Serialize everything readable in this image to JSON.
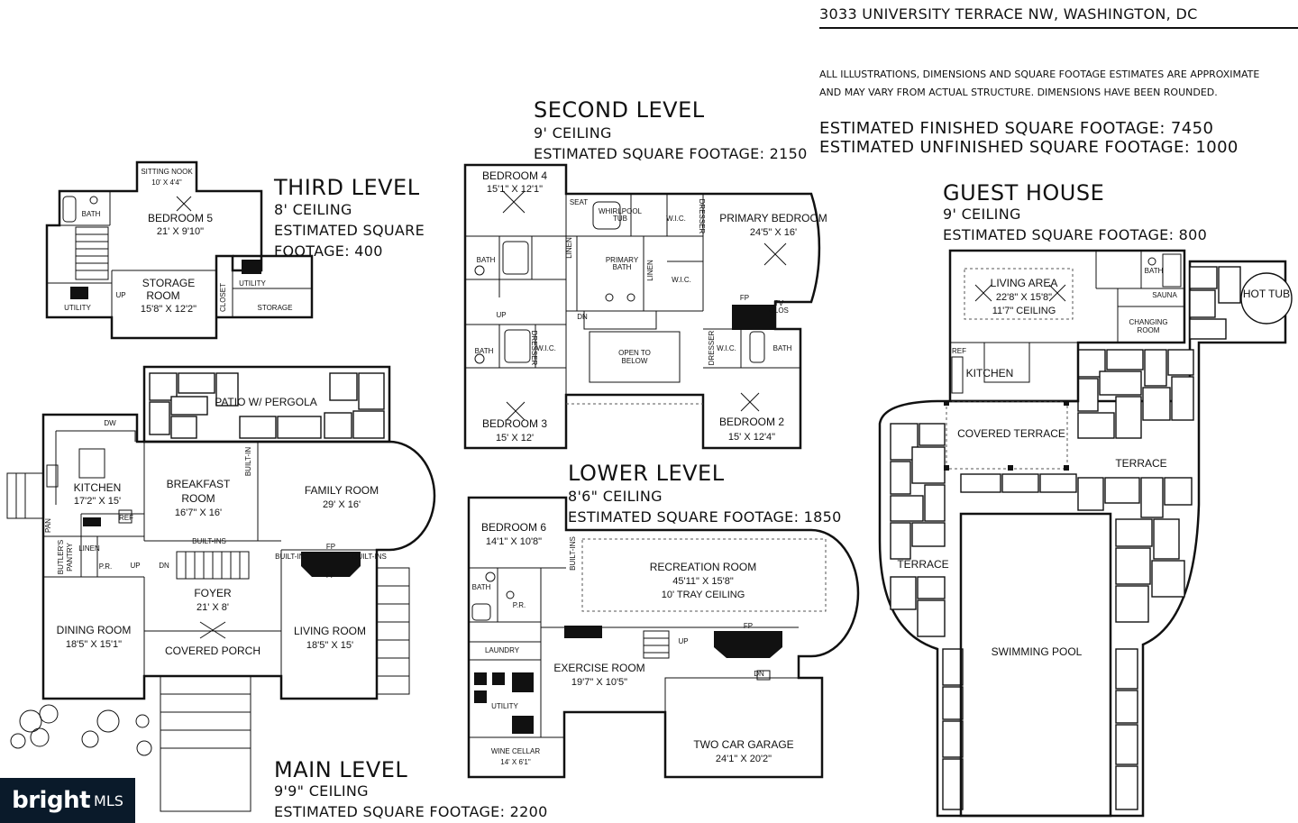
{
  "address": "3033 UNIVERSITY TERRACE NW, WASHINGTON, DC",
  "disclaimer": {
    "line1": "ALL ILLUSTRATIONS, DIMENSIONS AND SQUARE FOOTAGE ESTIMATES ARE APPROXIMATE",
    "line2": "AND MAY VARY FROM ACTUAL STRUCTURE. DIMENSIONS HAVE BEEN ROUNDED."
  },
  "totals": {
    "finished": "ESTIMATED FINISHED SQUARE FOOTAGE: 7450",
    "unfinished": "ESTIMATED UNFINISHED SQUARE FOOTAGE: 1000"
  },
  "levels": {
    "third": {
      "title": "THIRD LEVEL",
      "ceiling": "8' CEILING",
      "sqft1": "ESTIMATED SQUARE",
      "sqft2": "FOOTAGE: 400"
    },
    "second": {
      "title": "SECOND LEVEL",
      "ceiling": "9' CEILING",
      "sqft": "ESTIMATED SQUARE FOOTAGE: 2150"
    },
    "guest": {
      "title": "GUEST HOUSE",
      "ceiling": "9' CEILING",
      "sqft": "ESTIMATED SQUARE FOOTAGE: 800"
    },
    "lower": {
      "title": "LOWER LEVEL",
      "ceiling": "8'6\" CEILING",
      "sqft": "ESTIMATED SQUARE FOOTAGE: 1850"
    },
    "main": {
      "title": "MAIN LEVEL",
      "ceiling": "9'9\" CEILING",
      "sqft": "ESTIMATED SQUARE FOOTAGE: 2200"
    }
  },
  "rooms": {
    "third": {
      "sitting_nook": "SITTING NOOK",
      "sitting_nook_dim": "10' X 4'4\"",
      "bath": "BATH",
      "bedroom5": "BEDROOM 5",
      "bedroom5_dim": "21' X 9'10\"",
      "storage_room1": "STORAGE",
      "storage_room2": "ROOM",
      "storage_room_dim": "15'8\" X 12'2\"",
      "closet": "CLOSET",
      "utility_a": "UTILITY",
      "utility_b": "UTILITY",
      "storage": "STORAGE",
      "up": "UP"
    },
    "second": {
      "bedroom4": "BEDROOM 4",
      "bedroom4_dim": "15'1\" X 12'1\"",
      "seat": "SEAT",
      "whirlpool1": "WHIRLPOOL",
      "whirlpool2": "TUB",
      "wic_a": "W.I.C.",
      "dresser_a": "DRESSER",
      "primary_bedroom": "PRIMARY BEDROOM",
      "primary_bedroom_dim": "24'5\" X 16'",
      "bath_a": "BATH",
      "linen_a": "LINEN",
      "primary_bath1": "PRIMARY",
      "primary_bath2": "BATH",
      "linen_b": "LINEN",
      "wic_b": "W.I.C.",
      "fp": "FP",
      "tv": "TV",
      "clos": "CLOS",
      "up": "UP",
      "dn": "DN",
      "open1": "OPEN TO",
      "open2": "BELOW",
      "bath_b": "BATH",
      "dresser_b": "DRESSER",
      "wic_c": "W.I.C.",
      "dresser_c": "DRESSER",
      "wic_d": "W.I.C.",
      "bath_c": "BATH",
      "bedroom3": "BEDROOM 3",
      "bedroom3_dim": "15' X 12'",
      "bedroom2": "BEDROOM 2",
      "bedroom2_dim": "15' X 12'4\""
    },
    "guest": {
      "bath": "BATH",
      "living_area": "LIVING AREA",
      "living_area_dim": "22'8\" X 15'8\"",
      "living_area_ceil": "11'7\" CEILING",
      "sauna": "SAUNA",
      "changing1": "CHANGING",
      "changing2": "ROOM",
      "hot_tub": "HOT TUB",
      "ref": "REF",
      "kitchen": "KITCHEN",
      "covered_terrace": "COVERED TERRACE",
      "terrace_a": "TERRACE",
      "terrace_b": "TERRACE",
      "pool": "SWIMMING POOL"
    },
    "main": {
      "patio": "PATIO W/ PERGOLA",
      "dw": "DW",
      "kitchen": "KITCHEN",
      "kitchen_dim": "17'2\" X 15'",
      "breakfast1": "BREAKFAST",
      "breakfast2": "ROOM",
      "breakfast_dim": "16'7\" X 16'",
      "built_in_a": "BUILT-IN",
      "family_room": "FAMILY ROOM",
      "family_room_dim": "29' X 16'",
      "ref": "REF",
      "pan": "PAN",
      "butlers1": "BUTLER'S",
      "butlers2": "PANTRY",
      "linen": "LINEN",
      "pr": "P.R.",
      "up": "UP",
      "dn": "DN",
      "built_ins_a": "BUILT-INS",
      "built_ins_b": "BUILT-INS",
      "built_ins_c": "BUILT-INS",
      "fp_a": "FP",
      "fp_b": "FP",
      "foyer": "FOYER",
      "foyer_dim": "21' X 8'",
      "dining_room": "DINING ROOM",
      "dining_room_dim": "18'5\" X 15'1\"",
      "covered_porch": "COVERED PORCH",
      "living_room": "LIVING ROOM",
      "living_room_dim": "18'5\" X 15'"
    },
    "lower": {
      "bedroom6": "BEDROOM 6",
      "bedroom6_dim": "14'1\" X 10'8\"",
      "built_ins": "BUILT-INS",
      "recreation": "RECREATION ROOM",
      "recreation_dim": "45'11\" X 15'8\"",
      "recreation_ceil": "10' TRAY CEILING",
      "bath": "BATH",
      "pr": "P.R.",
      "laundry": "LAUNDRY",
      "up": "UP",
      "fp": "FP",
      "exercise": "EXERCISE ROOM",
      "exercise_dim": "19'7\" X 10'5\"",
      "dn": "DN",
      "utility": "UTILITY",
      "wine1": "WINE CELLAR",
      "wine_dim": "14' X 6'1\"",
      "garage": "TWO CAR GARAGE",
      "garage_dim": "24'1\" X 20'2\""
    }
  },
  "branding": {
    "logo": "bright",
    "mls": "MLS"
  },
  "colors": {
    "ink": "#111111",
    "logo_bg": "#0a1a2a"
  }
}
